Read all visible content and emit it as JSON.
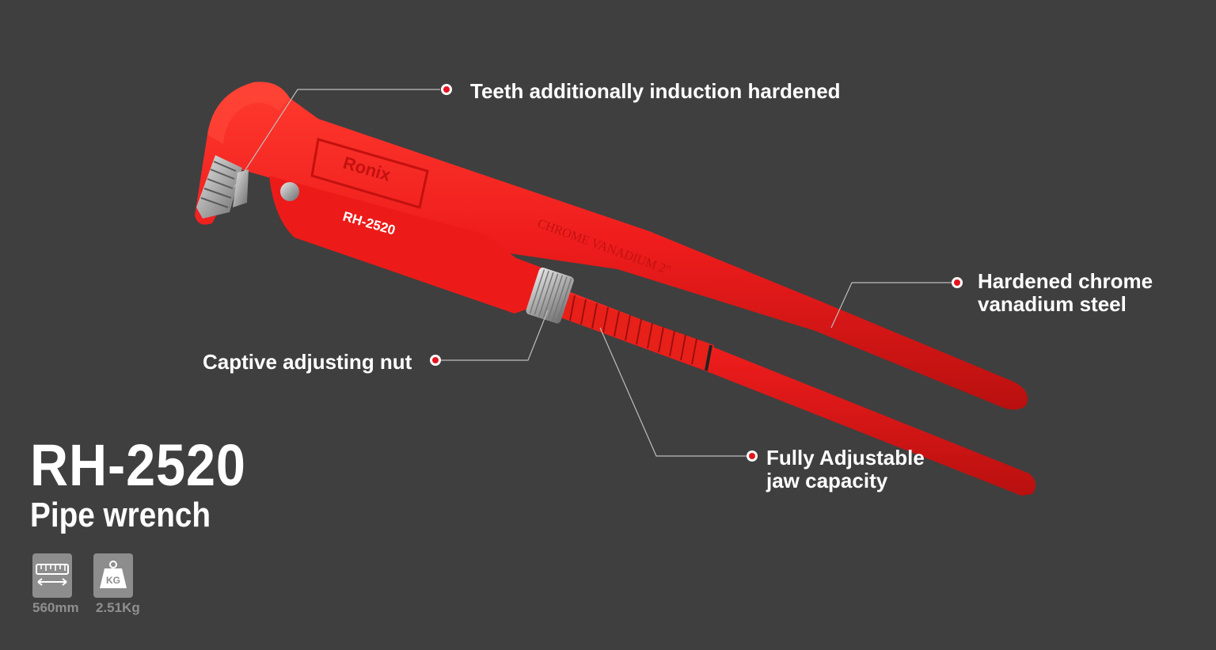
{
  "product": {
    "model": "RH-2520",
    "name": "Pipe wrench",
    "body_engraving": "RH-2520",
    "brand_engraving": "Ronix",
    "handle_engraving": "CHROME  VANADIUM  2\""
  },
  "callouts": {
    "teeth": "Teeth additionally induction hardened",
    "steel_line1": "Hardened chrome",
    "steel_line2": "vanadium steel",
    "nut": "Captive adjusting nut",
    "jaw_line1": "Fully Adjustable",
    "jaw_line2": "jaw capacity"
  },
  "specs": {
    "length": "560mm",
    "weight": "2.51Kg",
    "length_icon": "ruler-icon",
    "weight_icon": "weight-icon",
    "weight_icon_text": "KG"
  },
  "colors": {
    "background": "#3f3f3f",
    "wrench_red": "#ee1c1c",
    "marker_red": "#e3141f",
    "text": "#ffffff",
    "icon_gray": "#8d8d8d"
  }
}
